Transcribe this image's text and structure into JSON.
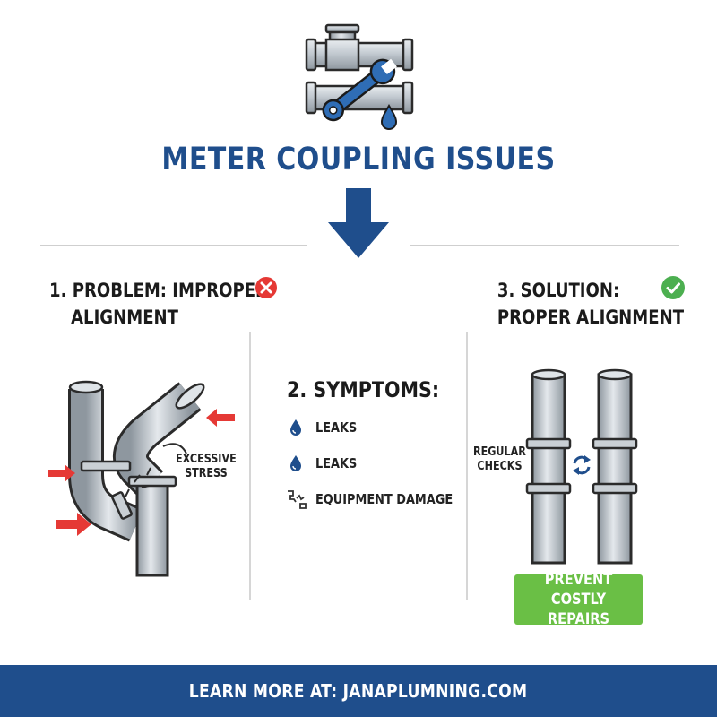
{
  "header": {
    "icon": "pipes-wrench-icon",
    "title": "METER COUPLING ISSUES"
  },
  "problem": {
    "heading_line1": "1. PROBLEM: IMPROPER",
    "heading_line2": "ALIGNMENT",
    "status_icon": "error-x-icon",
    "status_color": "#e53935",
    "stress_label_line1": "EXCESSIVE",
    "stress_label_line2": "STRESS",
    "force_arrow_color": "#e53935"
  },
  "symptoms": {
    "heading": "2. SYMPTOMS:",
    "items": [
      {
        "icon": "water-drop-icon",
        "label": "LEAKS"
      },
      {
        "icon": "water-drop-icon",
        "label": "LEAKS"
      },
      {
        "icon": "broken-pipe-icon",
        "label": "EQUIPMENT DAMAGE"
      }
    ]
  },
  "solution": {
    "heading_line1": "3. SOLUTION:",
    "heading_line2": "PROPER ALIGNMENT",
    "status_icon": "check-circle-icon",
    "status_color": "#4caf50",
    "checks_label_line1": "REGULAR",
    "checks_label_line2": "CHECKS",
    "cycle_icon": "refresh-cycle-icon",
    "badge": "PREVENT\nCOSTLY REPAIRS",
    "badge_color": "#6abf45"
  },
  "footer": {
    "text": "LEARN MORE AT: JANAPLUMNING.COM",
    "color": "#1f4e8c"
  },
  "colors": {
    "brand_blue": "#1f4e8c",
    "pipe_gray": "#b9c0c7",
    "outline": "#2b2b2b"
  }
}
